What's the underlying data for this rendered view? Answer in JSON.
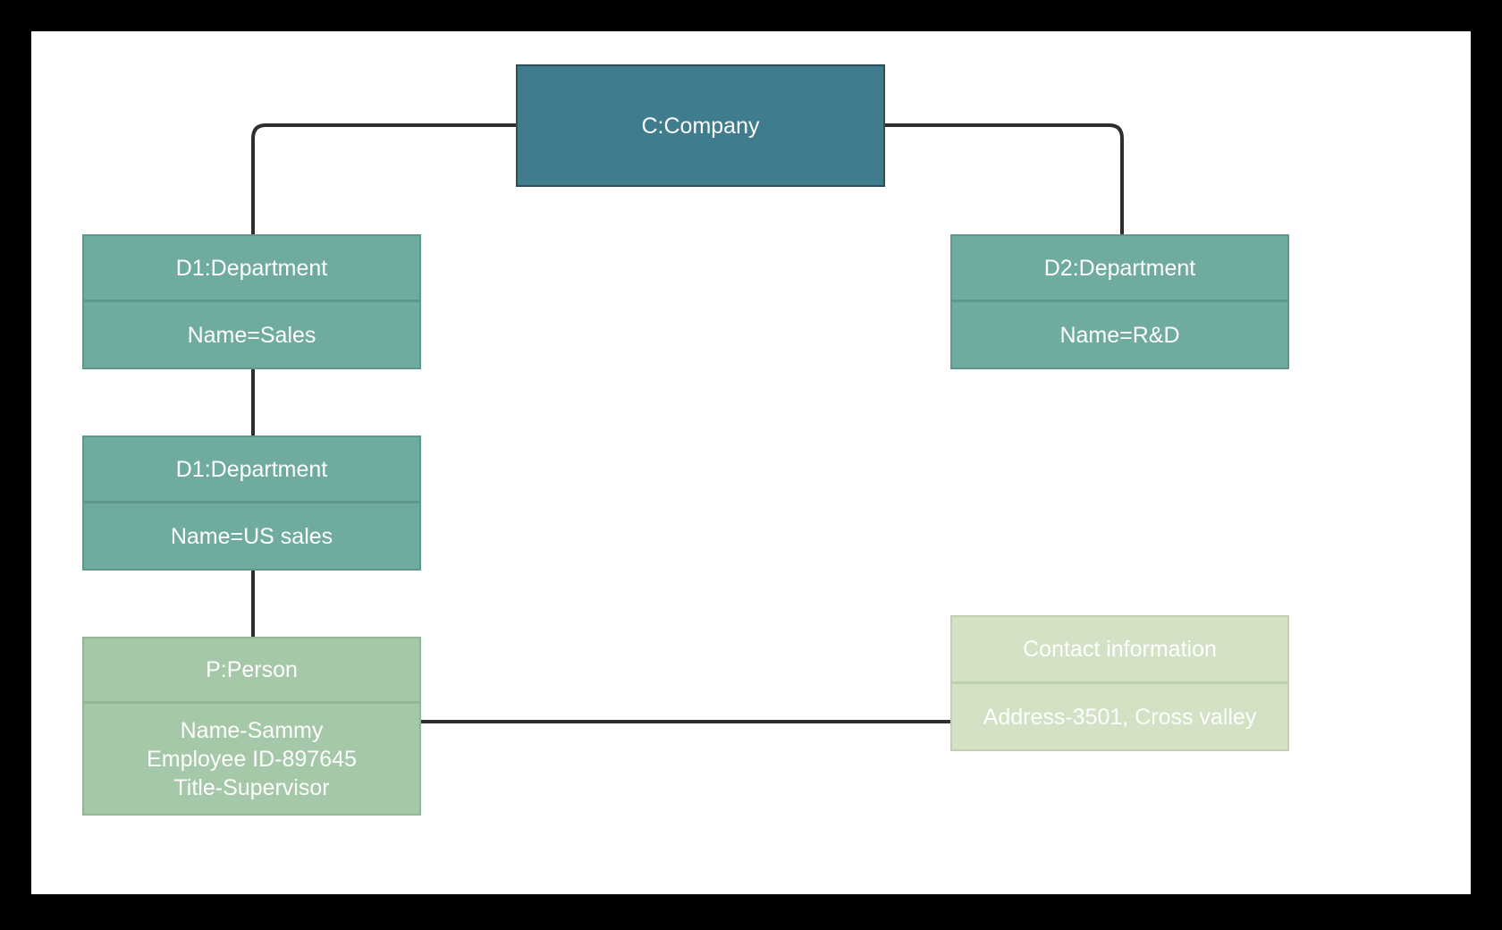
{
  "diagram": {
    "type": "uml-object-diagram",
    "canvas": {
      "background": "#ffffff",
      "frame": "#000000"
    },
    "palette": {
      "company_fill": "#3f7d8e",
      "company_border": "#2d4f5a",
      "department_fill": "#6fab9f",
      "department_border": "#5e978c",
      "person_fill": "#a5c8a8",
      "person_border": "#93b795",
      "contact_fill": "#d3e2c4",
      "contact_border": "#bfd0ae",
      "edge": "#2e2e2e",
      "text": "#ffffff"
    },
    "nodes": [
      {
        "id": "company",
        "header": "C:Company",
        "attributes": ""
      },
      {
        "id": "dept_sales",
        "header": "D1:Department",
        "attributes": "Name=Sales"
      },
      {
        "id": "dept_rnd",
        "header": "D2:Department",
        "attributes": "Name=R&D"
      },
      {
        "id": "dept_us_sales",
        "header": "D1:Department",
        "attributes": "Name=US sales"
      },
      {
        "id": "person",
        "header": "P:Person",
        "attributes": "Name-Sammy\nEmployee ID-897645\nTitle-Supervisor"
      },
      {
        "id": "contact",
        "header": "Contact information",
        "attributes": "Address-3501, Cross valley"
      }
    ],
    "edges": [
      {
        "from": "company",
        "to": "dept_sales"
      },
      {
        "from": "company",
        "to": "dept_rnd"
      },
      {
        "from": "dept_sales",
        "to": "dept_us_sales"
      },
      {
        "from": "dept_us_sales",
        "to": "person"
      },
      {
        "from": "person",
        "to": "contact"
      }
    ]
  }
}
